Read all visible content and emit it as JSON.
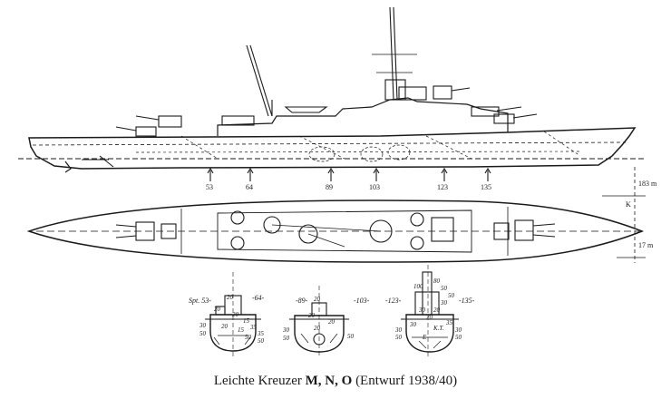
{
  "caption": {
    "prefix": "Leichte Kreuzer ",
    "names": "M, N, O",
    "suffix": " (Entwurf 1938/40)"
  },
  "side_view": {
    "frame_markers": [
      "53",
      "64",
      "89",
      "103",
      "123",
      "135"
    ]
  },
  "dimensions": {
    "length": "183 m",
    "beam": "17 m",
    "k_mark": "K"
  },
  "sections": [
    {
      "header": "Spt. 53-",
      "frame": "-64-",
      "armor": [
        "20",
        "20",
        "20",
        "15",
        "35",
        "30",
        "20",
        "50",
        "35",
        "50",
        "15",
        "50"
      ]
    },
    {
      "frame_left": "-89-",
      "frame_right": "-103-",
      "armor": [
        "20",
        "20",
        "20",
        "30",
        "50",
        "50",
        "20"
      ]
    },
    {
      "frame_left": "-123-",
      "frame_right": "-135-",
      "armor": [
        "100",
        "80",
        "50",
        "50",
        "30",
        "20",
        "30",
        "30",
        "35",
        "20",
        "30",
        "50",
        "30",
        "50",
        "E",
        "K.T."
      ]
    }
  ]
}
